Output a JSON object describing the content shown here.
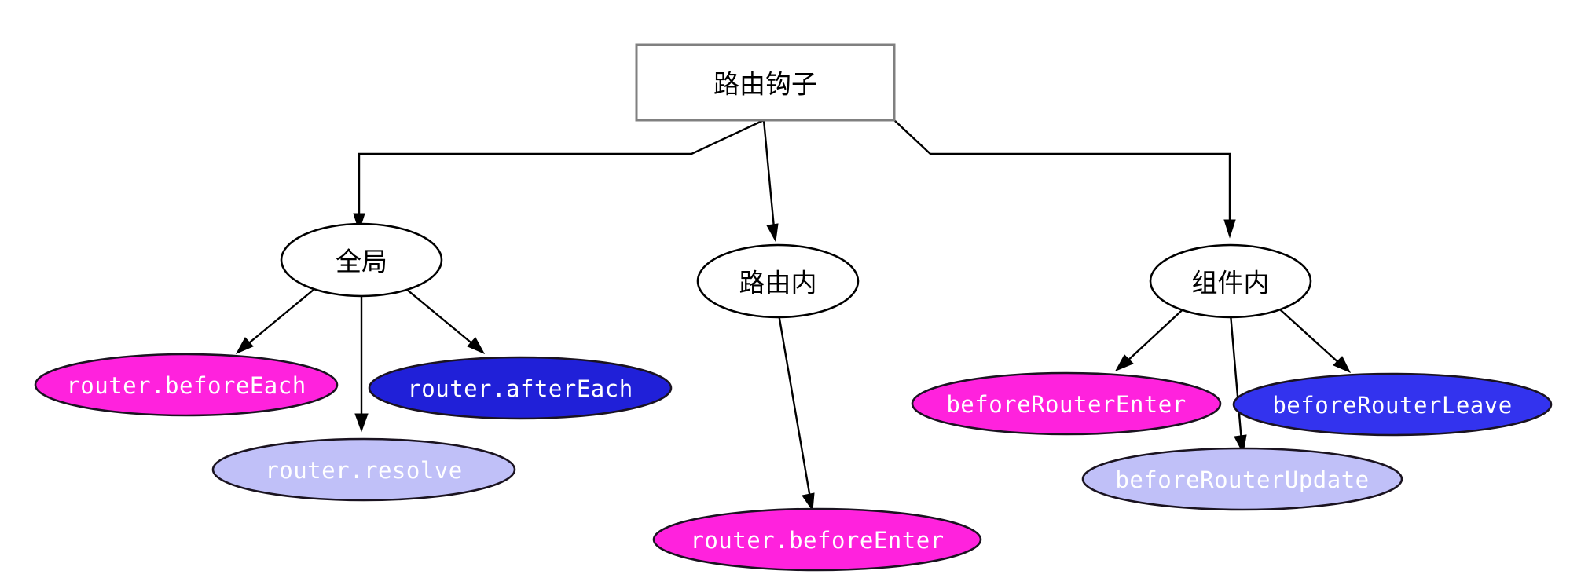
{
  "diagram": {
    "type": "tree",
    "title": "路由钩子",
    "background": "#ffffff",
    "root": {
      "id": "root",
      "label": "路由钩子",
      "shape": "box",
      "fill": "#ffffff",
      "stroke": "#808080"
    },
    "branches": [
      {
        "id": "global",
        "label": "全局",
        "shape": "ellipse",
        "fill": "#ffffff",
        "stroke": "#000000",
        "children": [
          {
            "id": "before-each",
            "label": "router.beforeEach",
            "fill": "#ff22dd",
            "text_color": "#ffffff"
          },
          {
            "id": "resolve",
            "label": "router.resolve",
            "fill": "#c0c0f8",
            "text_color": "#ffffff"
          },
          {
            "id": "after-each",
            "label": "router.afterEach",
            "fill": "#2020d8",
            "text_color": "#ffffff"
          }
        ]
      },
      {
        "id": "in-route",
        "label": "路由内",
        "shape": "ellipse",
        "fill": "#ffffff",
        "stroke": "#000000",
        "children": [
          {
            "id": "before-enter",
            "label": "router.beforeEnter",
            "fill": "#ff22dd",
            "text_color": "#ffffff"
          }
        ]
      },
      {
        "id": "in-component",
        "label": "组件内",
        "shape": "ellipse",
        "fill": "#ffffff",
        "stroke": "#000000",
        "children": [
          {
            "id": "before-router-enter",
            "label": "beforeRouterEnter",
            "fill": "#ff22dd",
            "text_color": "#ffffff"
          },
          {
            "id": "before-router-update",
            "label": "beforeRouterUpdate",
            "fill": "#c0c0f8",
            "text_color": "#ffffff"
          },
          {
            "id": "before-router-leave",
            "label": "beforeRouterLeave",
            "fill": "#3333ee",
            "text_color": "#ffffff"
          }
        ]
      }
    ],
    "colors": {
      "magenta": "#ff22dd",
      "blue": "#2020d8",
      "blue_light": "#3333ee",
      "lavender": "#c0c0f8",
      "edge": "#000000",
      "box_border": "#808080"
    }
  }
}
